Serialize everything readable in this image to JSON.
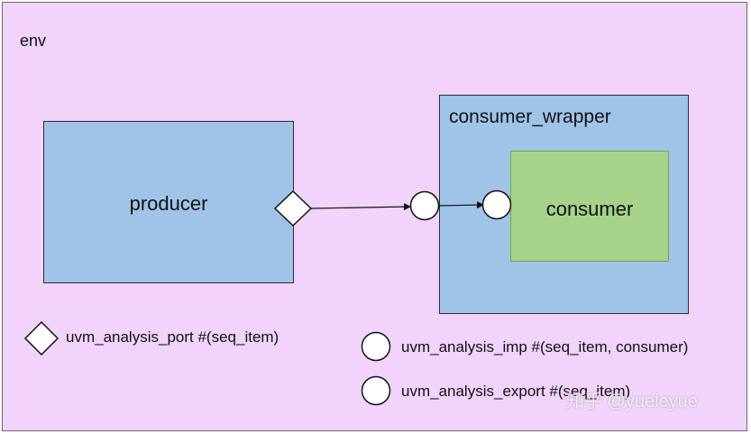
{
  "env": {
    "label": "env"
  },
  "producer": {
    "label": "producer"
  },
  "consumer_wrapper": {
    "label": "consumer_wrapper"
  },
  "consumer": {
    "label": "consumer"
  },
  "legend": {
    "port": "uvm_analysis_port #(seq_item)",
    "imp": "uvm_analysis_imp #(seq_item, consumer)",
    "export": "uvm_analysis_export #(seq_item)"
  },
  "watermark": "知乎 @yueleyue"
}
